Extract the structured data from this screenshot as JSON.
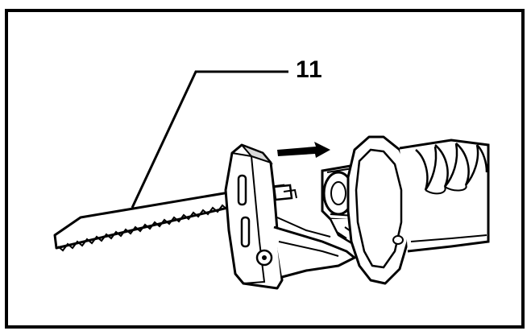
{
  "figure": {
    "callout_number": "11",
    "subject": "reciprocating-saw-blade-installation",
    "arrow_direction": "right",
    "colors": {
      "ink": "#000000",
      "paper": "#ffffff",
      "shade": "#d8d8d8"
    }
  }
}
